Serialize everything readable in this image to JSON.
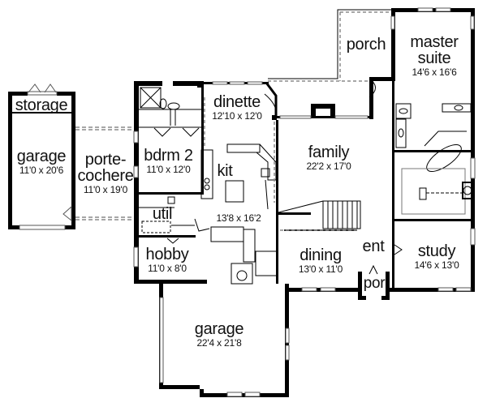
{
  "plan": {
    "type": "floor plan",
    "colors": {
      "wall": "#000000",
      "background": "#ffffff",
      "dashed_line": "#8a8a8a",
      "text": "#111111"
    },
    "rooms": [
      {
        "id": "storage",
        "name": "storage",
        "dimensions": ""
      },
      {
        "id": "detached-garage",
        "name": "garage",
        "dimensions": "11'0 x 20'6"
      },
      {
        "id": "porte-cochere",
        "name": "porte-\ncochere",
        "name_line1": "porte-",
        "name_line2": "cochere",
        "dimensions": "11'0 x 19'0"
      },
      {
        "id": "bdrm-2",
        "name": "bdrm 2",
        "dimensions": "11'0 x 12'0"
      },
      {
        "id": "dinette",
        "name": "dinette",
        "dimensions": "12'10 x 12'0"
      },
      {
        "id": "kit",
        "name": "kit",
        "dimensions": "13'8 x 16'2"
      },
      {
        "id": "util",
        "name": "util",
        "dimensions": ""
      },
      {
        "id": "hobby",
        "name": "hobby",
        "dimensions": "11'0 x 8'0"
      },
      {
        "id": "family",
        "name": "family",
        "dimensions": "22'2 x 17'0"
      },
      {
        "id": "porch",
        "name": "porch",
        "dimensions": ""
      },
      {
        "id": "master-suite",
        "name_line1": "master",
        "name_line2": "suite",
        "dimensions": "14'6 x 16'6"
      },
      {
        "id": "dining",
        "name": "dining",
        "dimensions": "13'0 x 11'0"
      },
      {
        "id": "ent",
        "name": "ent",
        "dimensions": ""
      },
      {
        "id": "por",
        "name": "por",
        "dimensions": ""
      },
      {
        "id": "study",
        "name": "study",
        "dimensions": "14'6 x 13'0"
      },
      {
        "id": "garage",
        "name": "garage",
        "dimensions": "22'4 x 21'8"
      }
    ]
  }
}
